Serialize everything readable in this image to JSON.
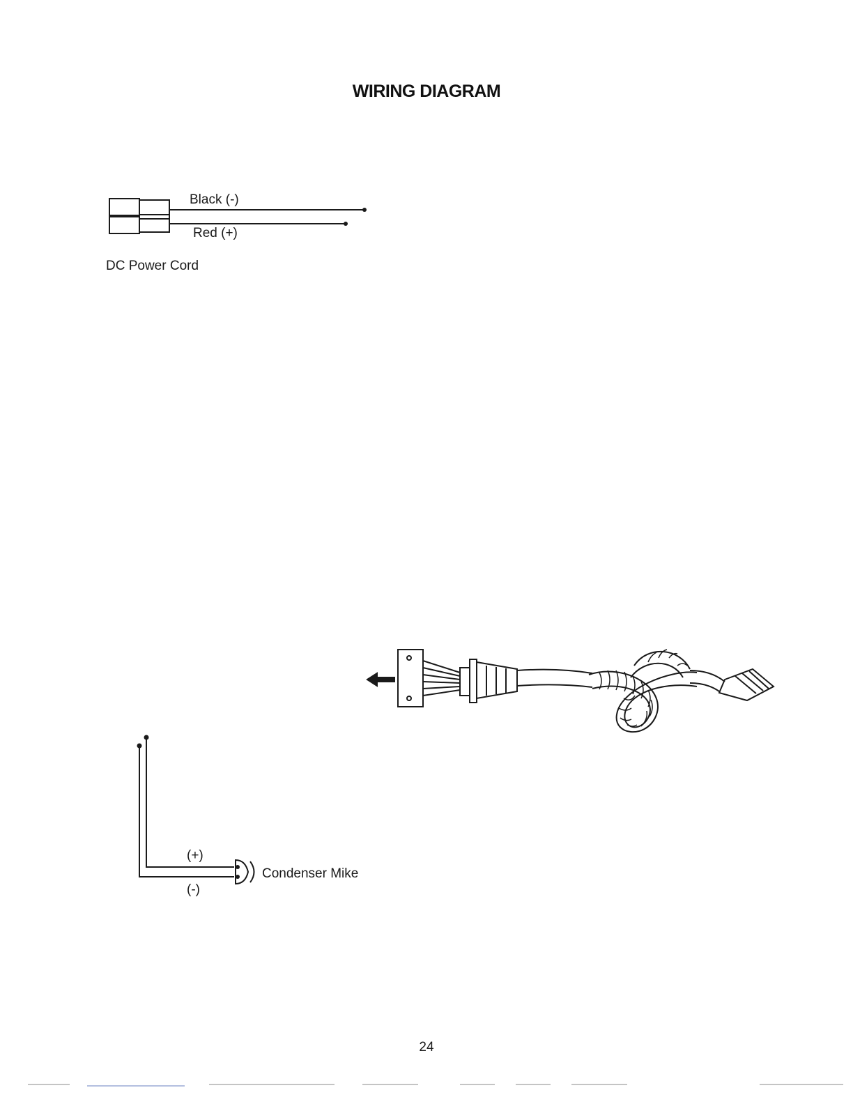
{
  "page": {
    "title": "WIRING DIAGRAM",
    "page_number": "24"
  },
  "power_cord": {
    "caption": "DC Power Cord",
    "wire_top_label": "Black (-)",
    "wire_bottom_label": "Red (+)"
  },
  "mike": {
    "caption": "Condenser Mike",
    "plus_label": "(+)",
    "minus_label": "(-)"
  },
  "colors": {
    "ink": "#1a1a1a",
    "paper": "#ffffff"
  }
}
